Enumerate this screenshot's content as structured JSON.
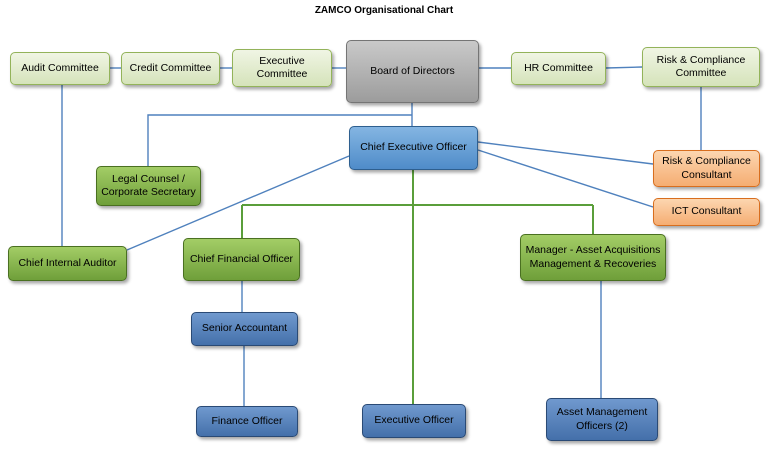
{
  "title": "ZAMCO Organisational Chart",
  "palette": {
    "committee_fill": "#d5e3ba",
    "committee_border": "#93b35a",
    "board_fill": "#9c9c9c",
    "ceo_fill": "#4f8cc9",
    "green_fill": "#6f9f3a",
    "orange_fill": "#f5ad72",
    "blue_fill": "#4470aa",
    "blue_line": "#4f81bd",
    "green_line": "#5a9e3a"
  },
  "nodes": {
    "audit_committee": {
      "label": "Audit Committee"
    },
    "credit_committee": {
      "label": "Credit Committee"
    },
    "executive_committee": {
      "label": "Executive\nCommittee"
    },
    "board_of_directors": {
      "label": "Board of Directors"
    },
    "hr_committee": {
      "label": "HR Committee"
    },
    "risk_compliance_committee": {
      "label": "Risk & Compliance\nCommittee"
    },
    "ceo": {
      "label": "Chief Executive Officer"
    },
    "legal_counsel": {
      "label": "Legal Counsel /\nCorporate Secretary"
    },
    "risk_compliance_consultant": {
      "label": "Risk & Compliance\nConsultant"
    },
    "ict_consultant": {
      "label": "ICT Consultant"
    },
    "chief_internal_auditor": {
      "label": "Chief Internal Auditor"
    },
    "cfo": {
      "label": "Chief Financial Officer"
    },
    "manager_asset": {
      "label": "Manager - Asset Acquisitions\nManagement & Recoveries"
    },
    "senior_accountant": {
      "label": "Senior Accountant"
    },
    "finance_officer": {
      "label": "Finance Officer"
    },
    "executive_officer": {
      "label": "Executive Officer"
    },
    "asset_management_officers": {
      "label": "Asset Management\nOfficers (2)"
    }
  },
  "edges": [
    {
      "from": "audit_committee",
      "to": "credit_committee"
    },
    {
      "from": "credit_committee",
      "to": "executive_committee"
    },
    {
      "from": "executive_committee",
      "to": "board_of_directors"
    },
    {
      "from": "board_of_directors",
      "to": "hr_committee"
    },
    {
      "from": "hr_committee",
      "to": "risk_compliance_committee"
    },
    {
      "from": "board_of_directors",
      "to": "ceo"
    },
    {
      "from": "board_of_directors",
      "to": "legal_counsel"
    },
    {
      "from": "audit_committee",
      "to": "chief_internal_auditor"
    },
    {
      "from": "ceo",
      "to": "chief_internal_auditor"
    },
    {
      "from": "ceo",
      "to": "risk_compliance_consultant"
    },
    {
      "from": "ceo",
      "to": "ict_consultant"
    },
    {
      "from": "risk_compliance_committee",
      "to": "risk_compliance_consultant"
    },
    {
      "from": "ceo",
      "to": "cfo"
    },
    {
      "from": "ceo",
      "to": "manager_asset"
    },
    {
      "from": "ceo",
      "to": "executive_officer"
    },
    {
      "from": "cfo",
      "to": "senior_accountant"
    },
    {
      "from": "senior_accountant",
      "to": "finance_officer"
    },
    {
      "from": "manager_asset",
      "to": "asset_management_officers"
    }
  ]
}
